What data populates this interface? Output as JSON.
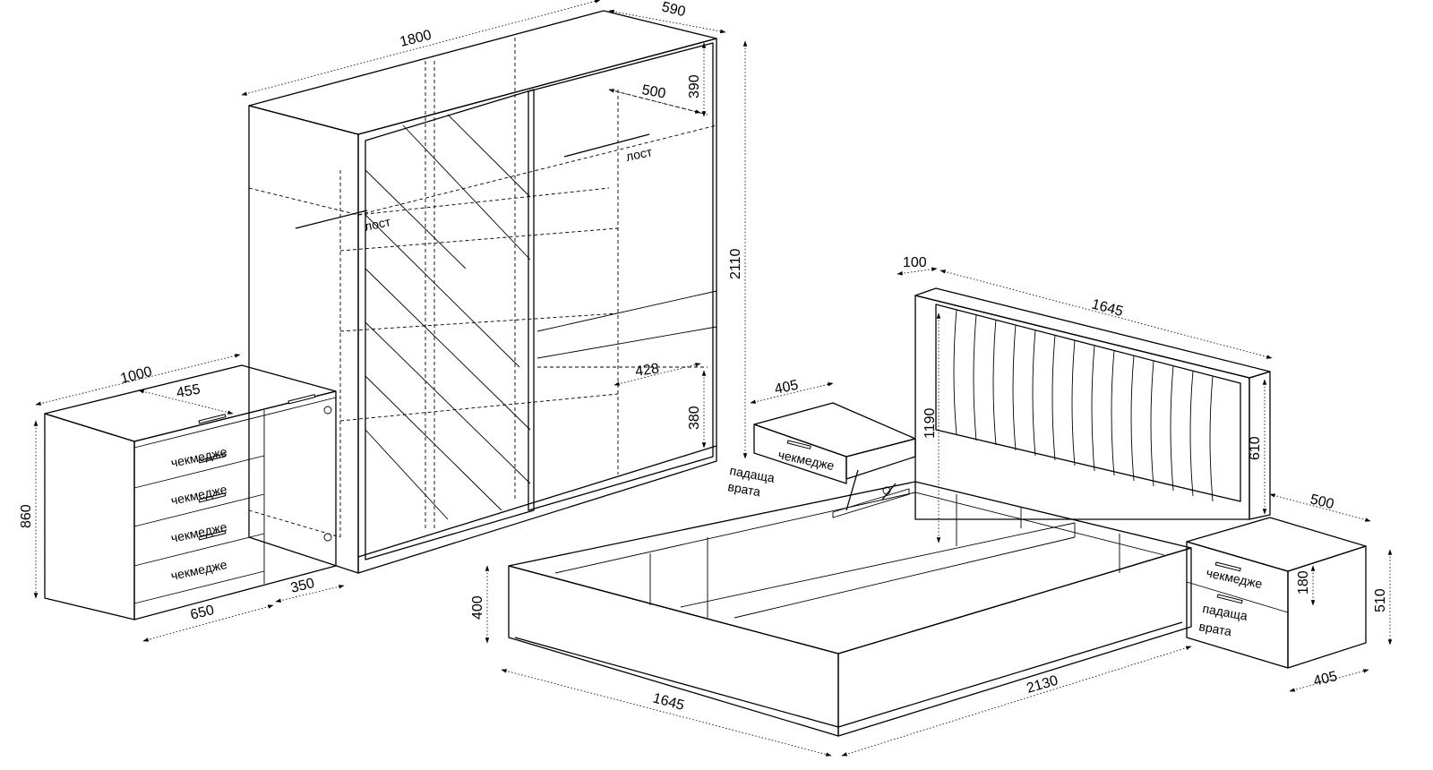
{
  "wardrobe": {
    "dims": {
      "width": "1800",
      "depth": "590",
      "height": "2110",
      "top_shelf": "390",
      "inner_depth": "500",
      "lower_depth": "428",
      "lower_shelf": "380"
    },
    "rod_label_left": "лост",
    "rod_label_right": "лост"
  },
  "dresser": {
    "dims": {
      "width": "1000",
      "inner_width": "455",
      "height": "860",
      "drawer_width": "650",
      "door_width": "350"
    },
    "drawer_label_1": "чекмедже",
    "drawer_label_2": "чекмедже",
    "drawer_label_3": "чекмедже",
    "drawer_label_4": "чекмедже"
  },
  "bed": {
    "dims": {
      "headboard_depth": "100",
      "headboard_width": "1645",
      "headboard_height": "1190",
      "panel_height": "610",
      "frame_height": "400",
      "frame_width": "1645",
      "frame_length": "2130"
    }
  },
  "nightstand_left": {
    "dims": {
      "width": "405"
    },
    "drawer_label": "чекмедже",
    "door_label_1": "падаща",
    "door_label_2": "врата"
  },
  "nightstand_right": {
    "dims": {
      "depth": "500",
      "height": "510",
      "drawer_height": "180",
      "width": "405"
    },
    "drawer_label": "чекмедже",
    "door_label_1": "падаща",
    "door_label_2": "врата"
  }
}
